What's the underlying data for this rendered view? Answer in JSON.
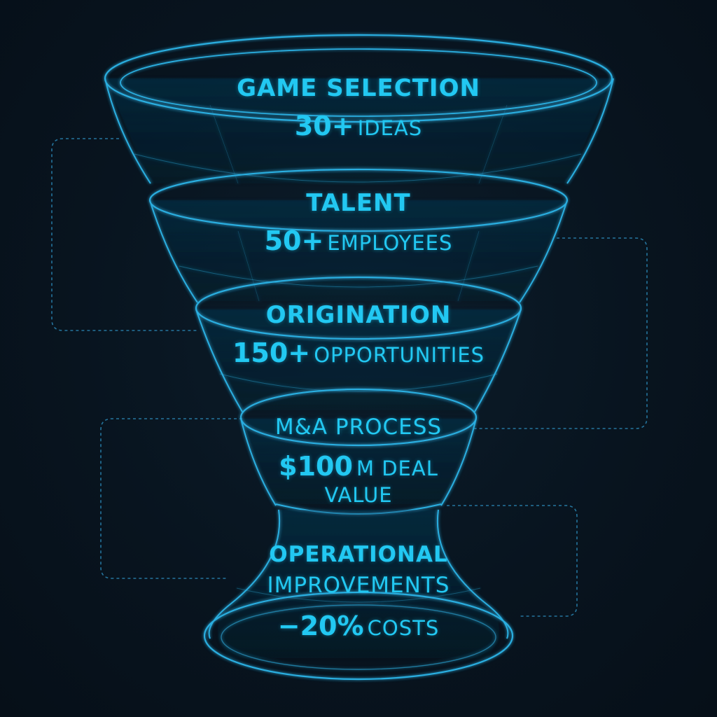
{
  "stages": [
    {
      "title": "GAME SELECTION",
      "metric_value": "30+",
      "metric_unit": "IDEAS"
    },
    {
      "title": "TALENT",
      "metric_value": "50+",
      "metric_unit": "EMPLOYEES"
    },
    {
      "title": "ORIGINATION",
      "metric_value": "150+",
      "metric_unit": "OPPORTUNITIES"
    },
    {
      "title": "M&A PROCESS",
      "metric_value": "$100",
      "metric_unit": "M DEAL",
      "metric_unit_2": "VALUE"
    },
    {
      "title": "OPERATIONAL",
      "title_2": "IMPROVEMENTS",
      "metric_value": "−20%",
      "metric_unit": "COSTS"
    }
  ],
  "colors": {
    "background": "#07121c",
    "accent": "#22c8f2",
    "outline": "#2aa8d8"
  }
}
